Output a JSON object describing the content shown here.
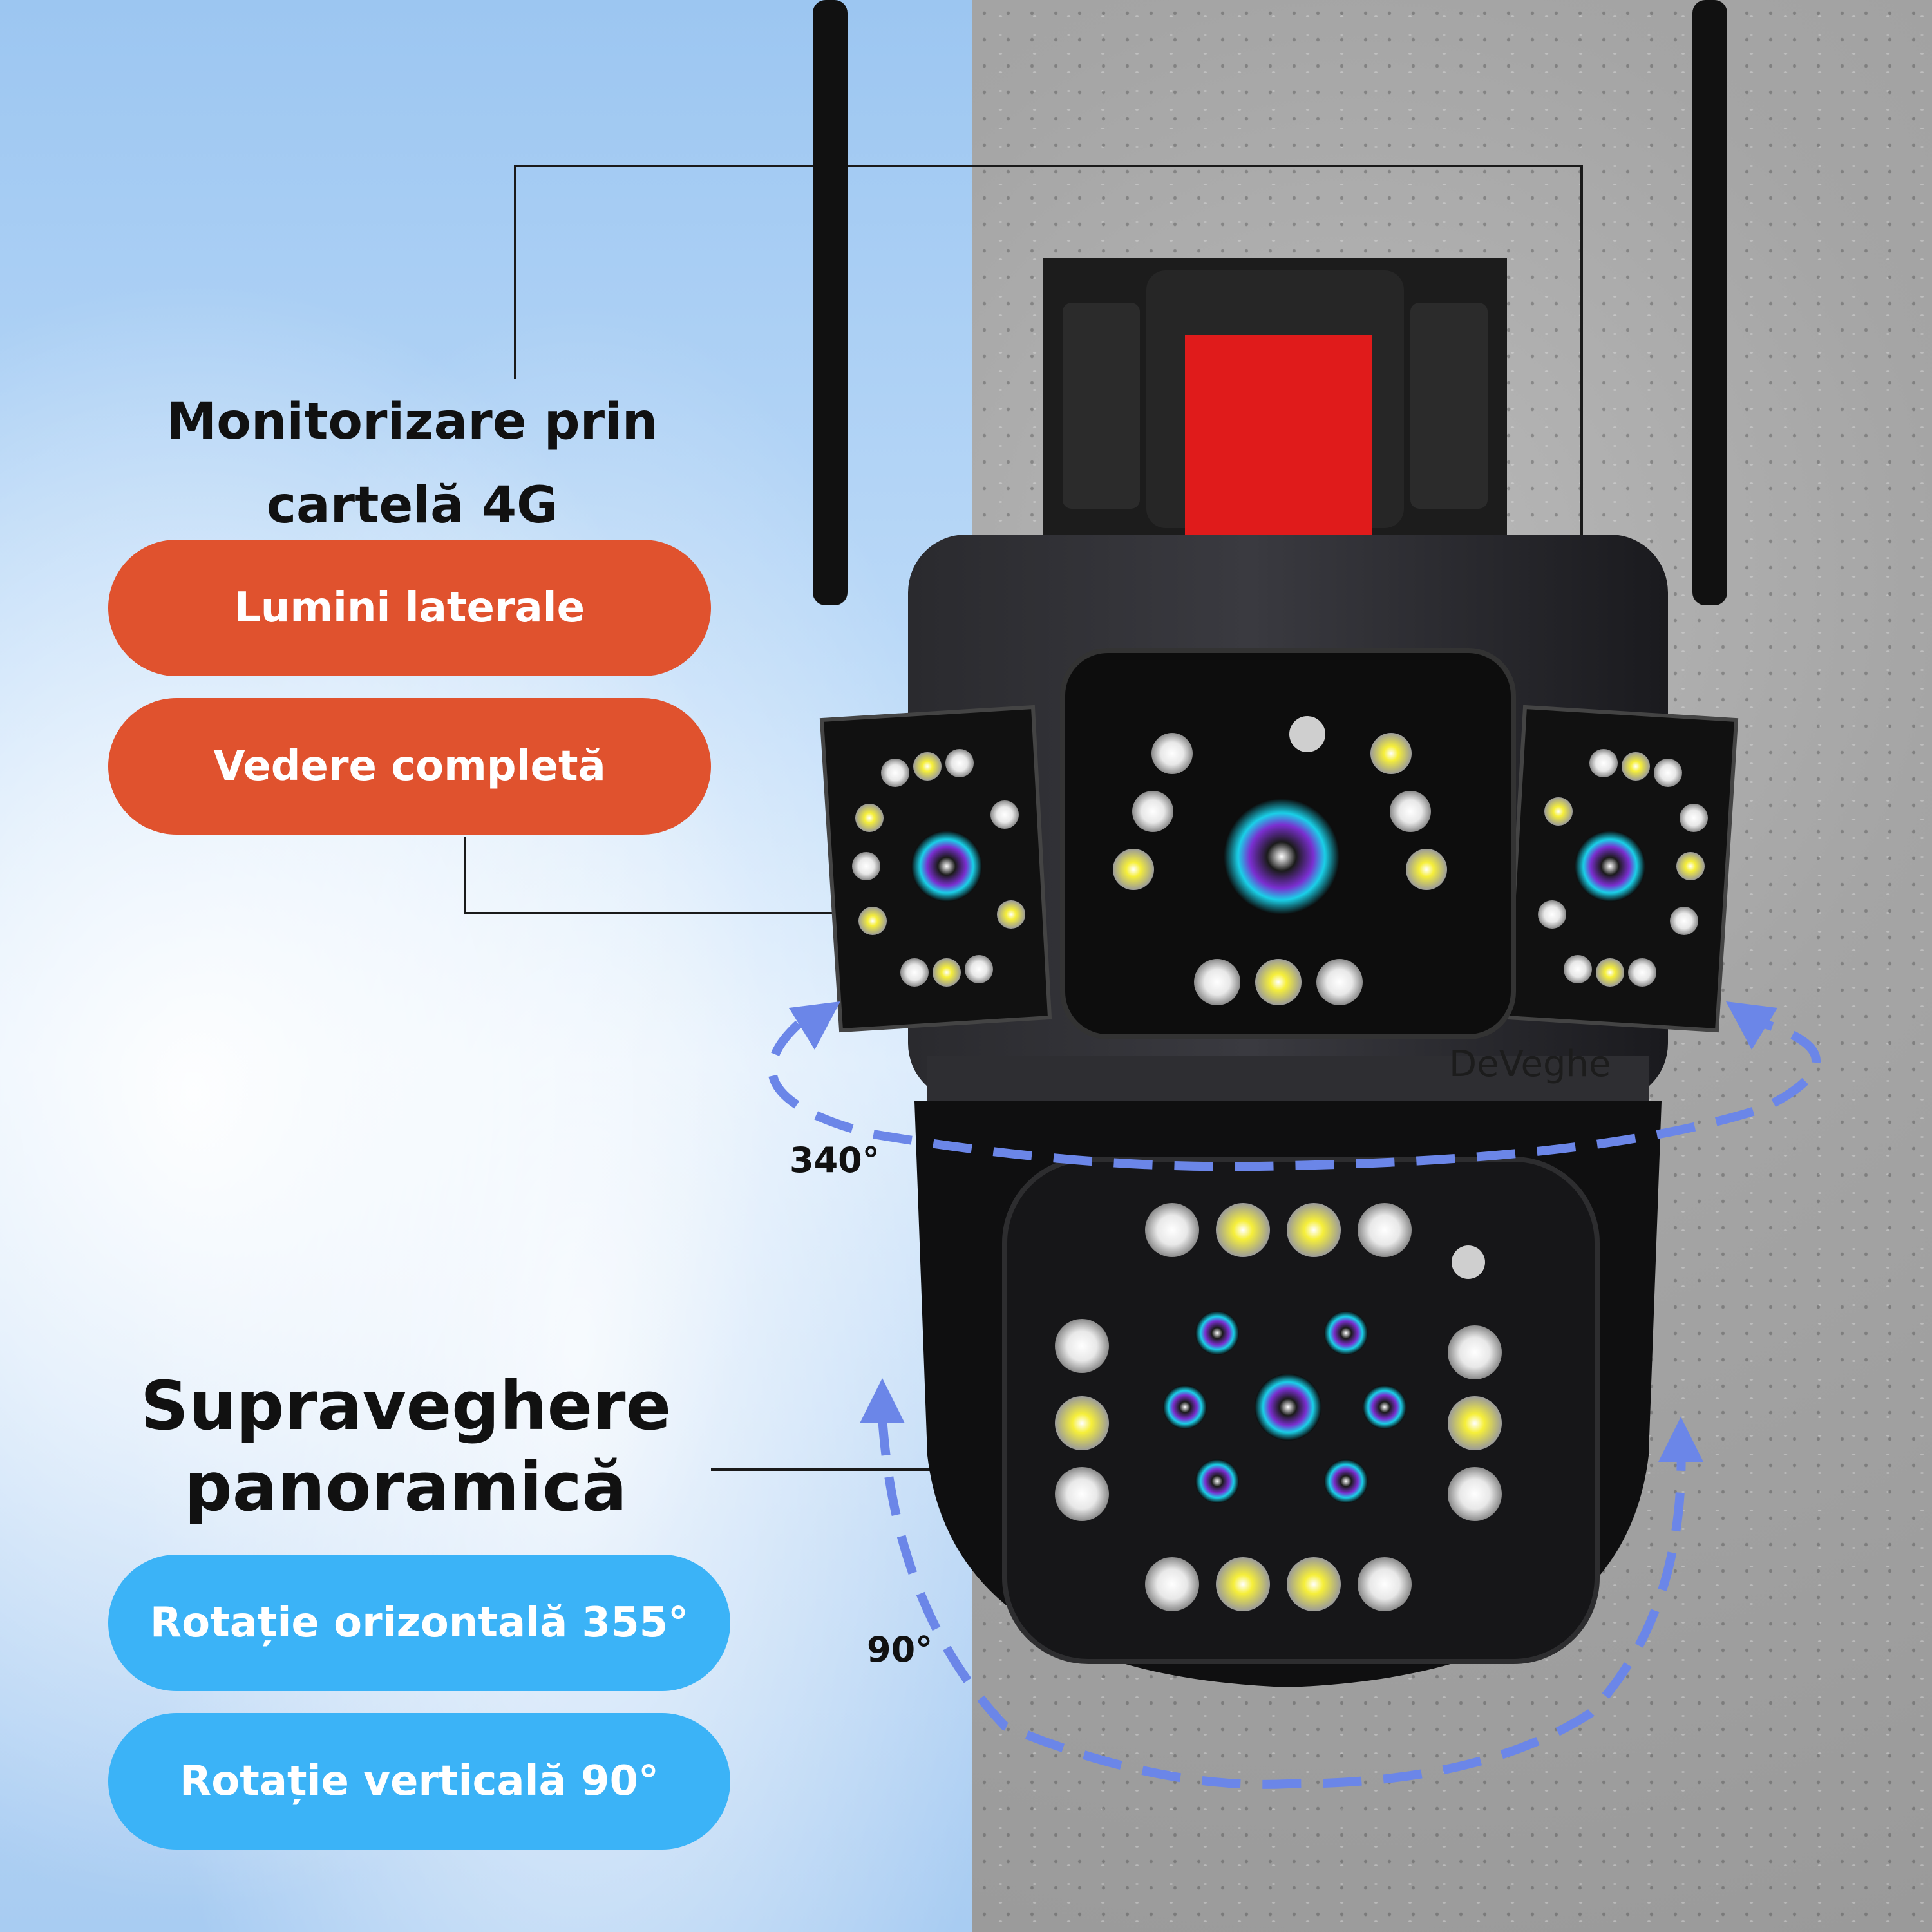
{
  "headings": {
    "top": "Monitorizare prin cartelă 4G",
    "bottom": "Supraveghere panoramică"
  },
  "pills": {
    "side_lights": "Lumini laterale",
    "full_view": "Vedere completă",
    "horizontal_rotation": "Rotație orizontală 355°",
    "vertical_rotation": "Rotație verticală 90°"
  },
  "labels": {
    "angle_horizontal": "340°",
    "angle_vertical": "90°"
  },
  "brand": "DeVeghe",
  "colors": {
    "orange": "#e0522e",
    "blue": "#3bb3f7",
    "arrow": "#6b86e8",
    "camera_body": "#151515",
    "sim_red": "#e01b1b"
  }
}
